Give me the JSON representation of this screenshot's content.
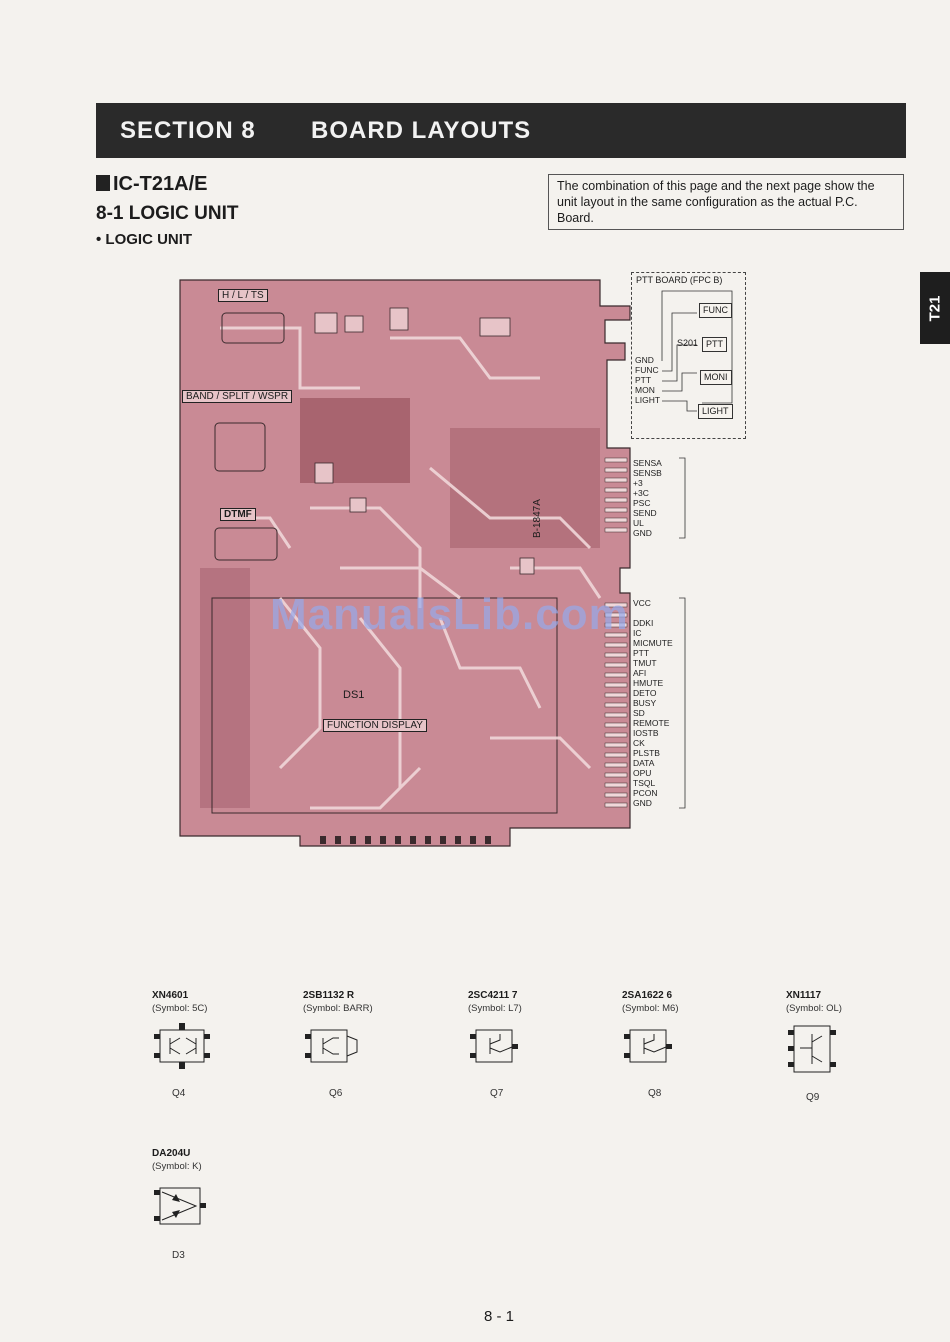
{
  "section": {
    "number": "SECTION 8",
    "title": "BOARD LAYOUTS"
  },
  "side_tab": "T21",
  "model_heading": "IC-T21A/E",
  "sub_heading": "8-1 LOGIC UNIT",
  "sub_sub_heading": "• LOGIC UNIT",
  "note": "The combination of this page and the next page show the unit layout in the same configuration as the actual P.C. Board.",
  "board": {
    "switch_labels": [
      "H / L / TS",
      "BAND / SPLIT / WSPR",
      "DTMF"
    ],
    "display_ref": "DS1",
    "display_label": "FUNCTION DISPLAY",
    "ptt_board": {
      "title": "PTT BOARD (FPC B)",
      "switch_ref": "S201",
      "switches": [
        "FUNC",
        "PTT",
        "MONI",
        "LIGHT"
      ],
      "pins": [
        "GND",
        "FUNC",
        "PTT",
        "MON",
        "LIGHT"
      ]
    },
    "connector_upper": [
      "SENSA",
      "SENSB",
      "+3",
      "+3C",
      "PSC",
      "SEND",
      "UL",
      "GND"
    ],
    "connector_lower": [
      "VCC",
      "",
      "DDKI",
      "IC",
      "MICMUTE",
      "PTT",
      "TMUT",
      "AFI",
      "HMUTE",
      "DETO",
      "BUSY",
      "SD",
      "REMOTE",
      "IOSTB",
      "CK",
      "PLSTB",
      "DATA",
      "OPU",
      "TSQL",
      "PCON",
      "GND"
    ],
    "board_code": "B-1847A"
  },
  "watermark": "ManualsLib.com",
  "parts": [
    {
      "part_no": "XN4601",
      "symbol": "(Symbol: 5C)",
      "ref": "Q4"
    },
    {
      "part_no": "2SB1132 R",
      "symbol": "(Symbol: BARR)",
      "ref": "Q6"
    },
    {
      "part_no": "2SC4211 7",
      "symbol": "(Symbol: L7)",
      "ref": "Q7"
    },
    {
      "part_no": "2SA1622 6",
      "symbol": "(Symbol: M6)",
      "ref": "Q8"
    },
    {
      "part_no": "XN1117",
      "symbol": "(Symbol: OL)",
      "ref": "Q9"
    },
    {
      "part_no": "DA204U",
      "symbol": "(Symbol: K)",
      "ref": "D3"
    }
  ],
  "page_number": "8 - 1",
  "colors": {
    "board": "#c98a95",
    "board_dark": "#a8646f",
    "trace": "#f0d7d9",
    "header_bg": "#2a2a2a"
  }
}
